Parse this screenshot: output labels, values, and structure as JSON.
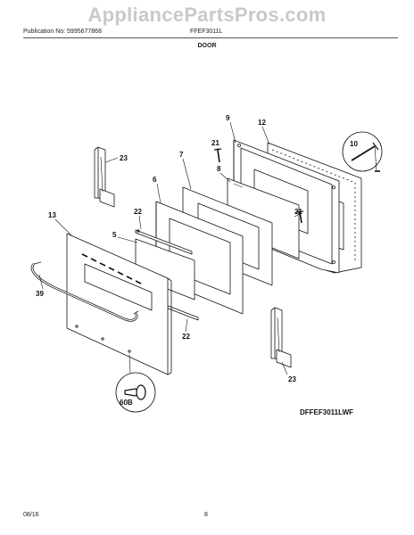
{
  "watermark": "AppliancePartsPros.com",
  "header": {
    "publication": "Publication No: 5995677868",
    "model": "FFEF3011L"
  },
  "section_title": "DOOR",
  "callouts": {
    "c9": "9",
    "c12": "12",
    "c21a": "21",
    "c10": "10",
    "c23a": "23",
    "c7": "7",
    "c8": "8",
    "c6": "6",
    "c22a": "22",
    "c13": "13",
    "c5": "5",
    "c21b": "21",
    "c39": "39",
    "c22b": "22",
    "c23b": "23",
    "c60b": "60B"
  },
  "diagram_code": "DFFEF3011LWF",
  "footer": {
    "date": "08/16",
    "page": "8"
  }
}
